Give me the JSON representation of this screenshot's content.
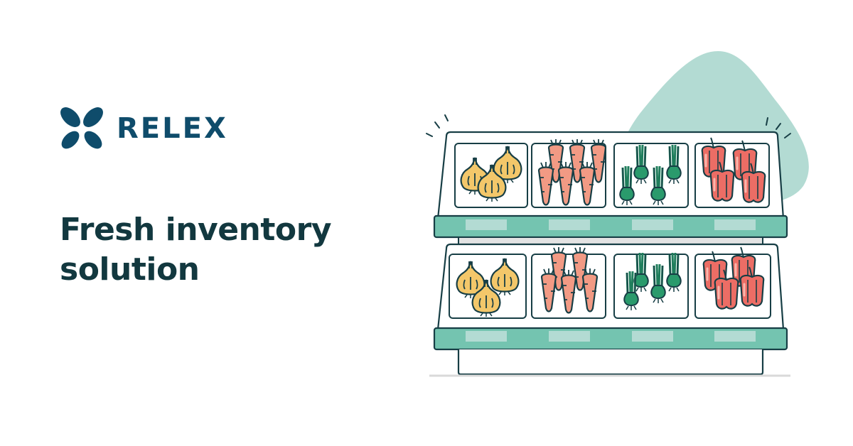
{
  "brand": {
    "name": "RELEX",
    "logo_icon": "butterfly-logo-icon",
    "color": "#0f4c6b"
  },
  "headline": {
    "line1": "Fresh inventory",
    "line2": "solution",
    "color": "#12383f"
  },
  "illustration": {
    "description": "Produce display shelf with two tiers",
    "background_blob_color": "#b3dbd3",
    "shelf_trim_color": "#74c4b0",
    "outline_color": "#173e45",
    "tiers": [
      {
        "bins": [
          "onions",
          "carrots",
          "spring-onions",
          "bell-peppers"
        ]
      },
      {
        "bins": [
          "onions",
          "carrots",
          "spring-onions",
          "bell-peppers"
        ]
      }
    ]
  }
}
